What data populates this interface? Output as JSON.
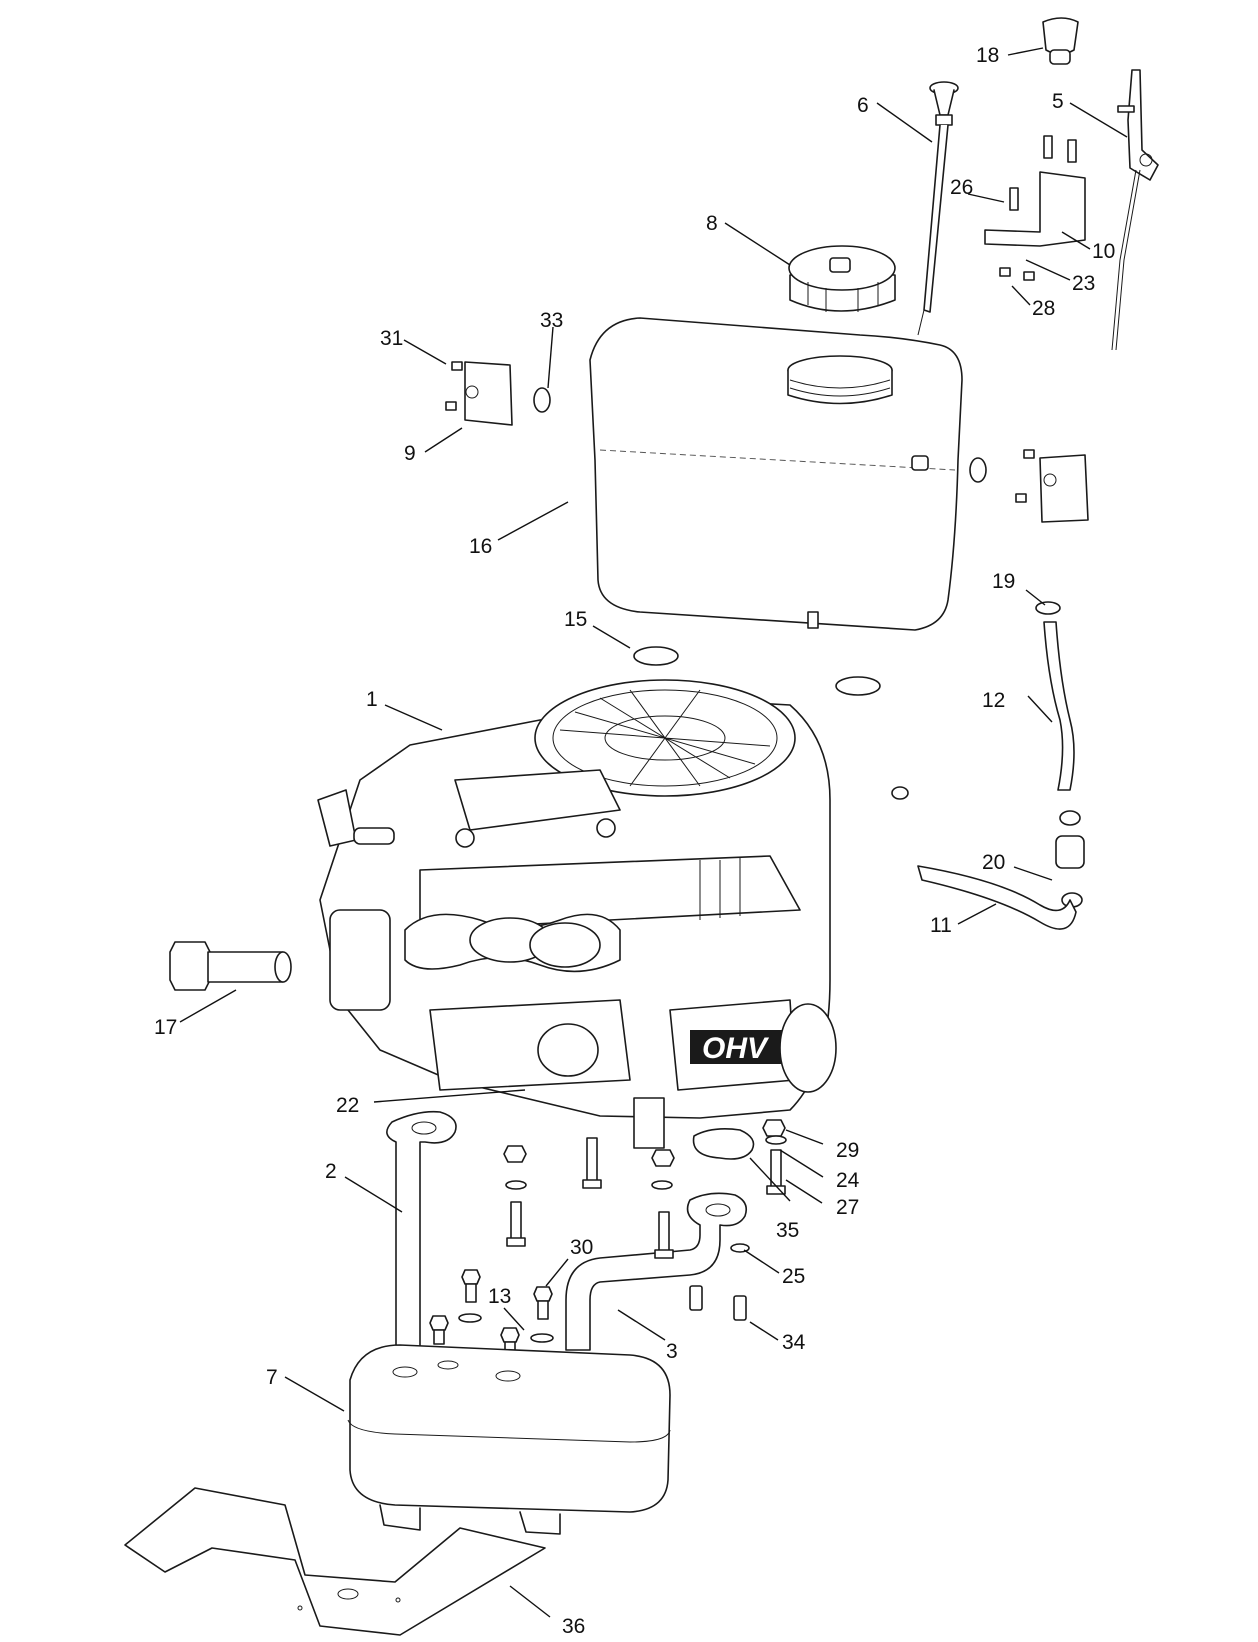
{
  "diagram": {
    "callouts": [
      {
        "id": "c1",
        "label": "1"
      },
      {
        "id": "c2",
        "label": "2"
      },
      {
        "id": "c3",
        "label": "3"
      },
      {
        "id": "c5",
        "label": "5"
      },
      {
        "id": "c6",
        "label": "6"
      },
      {
        "id": "c7",
        "label": "7"
      },
      {
        "id": "c8",
        "label": "8"
      },
      {
        "id": "c9",
        "label": "9"
      },
      {
        "id": "c10",
        "label": "10"
      },
      {
        "id": "c11",
        "label": "11"
      },
      {
        "id": "c12",
        "label": "12"
      },
      {
        "id": "c13",
        "label": "13"
      },
      {
        "id": "c15",
        "label": "15"
      },
      {
        "id": "c16",
        "label": "16"
      },
      {
        "id": "c17",
        "label": "17"
      },
      {
        "id": "c18",
        "label": "18"
      },
      {
        "id": "c19",
        "label": "19"
      },
      {
        "id": "c20",
        "label": "20"
      },
      {
        "id": "c22",
        "label": "22"
      },
      {
        "id": "c23",
        "label": "23"
      },
      {
        "id": "c24",
        "label": "24"
      },
      {
        "id": "c25",
        "label": "25"
      },
      {
        "id": "c26",
        "label": "26"
      },
      {
        "id": "c27",
        "label": "27"
      },
      {
        "id": "c28",
        "label": "28"
      },
      {
        "id": "c29",
        "label": "29"
      },
      {
        "id": "c30",
        "label": "30"
      },
      {
        "id": "c31",
        "label": "31"
      },
      {
        "id": "c33",
        "label": "33"
      },
      {
        "id": "c34",
        "label": "34"
      },
      {
        "id": "c35",
        "label": "35"
      },
      {
        "id": "c36",
        "label": "36"
      }
    ],
    "engine_logo": "OHV",
    "engine_logo_side": "OHV"
  }
}
